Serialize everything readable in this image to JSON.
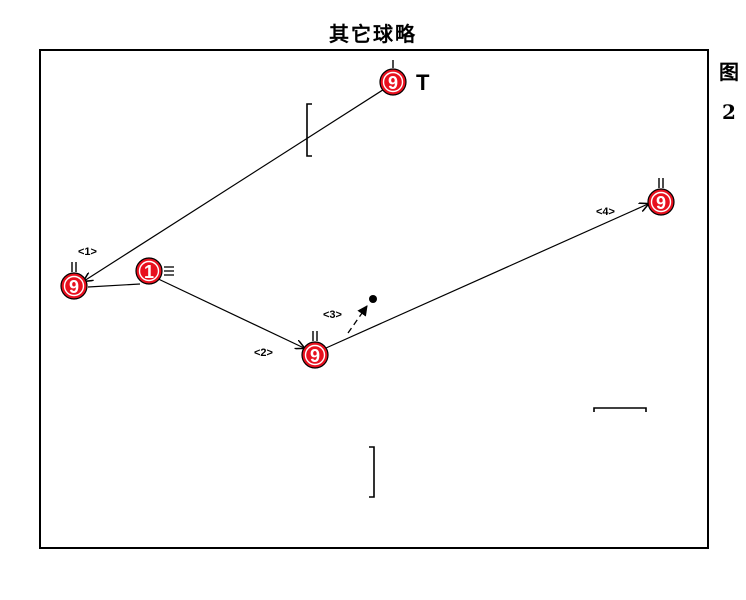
{
  "title": "其它球略",
  "figure": {
    "char": "图",
    "number": "2"
  },
  "players": [
    {
      "id": "p-top",
      "number": "9",
      "marker": "T"
    },
    {
      "id": "p-left",
      "number": "9"
    },
    {
      "id": "p-setter",
      "number": "1"
    },
    {
      "id": "p-mid",
      "number": "9"
    },
    {
      "id": "p-right",
      "number": "9"
    }
  ],
  "steps": [
    "<1>",
    "<2>",
    "<3>",
    "<4>"
  ],
  "colors": {
    "ball_fill": "#e8101e",
    "line": "#000000",
    "background": "#ffffff"
  }
}
